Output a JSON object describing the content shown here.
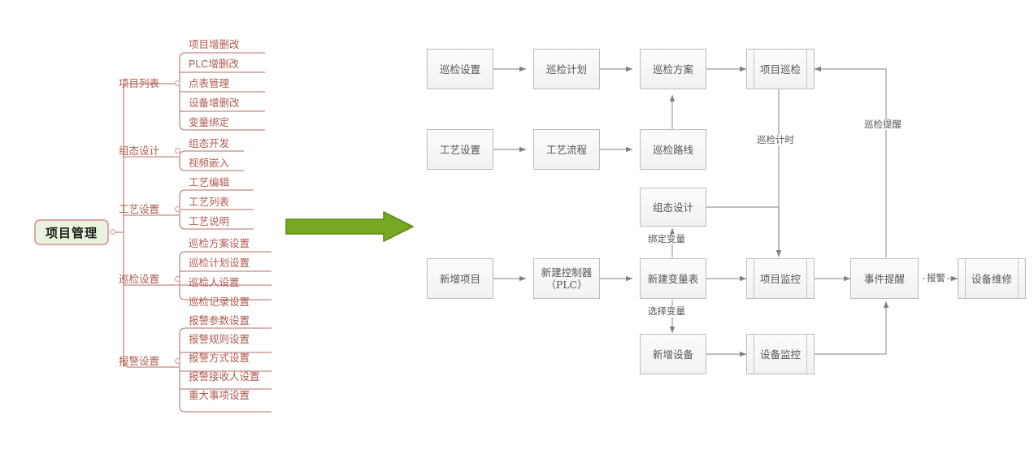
{
  "colors": {
    "mindmap_text": "#b05a4e",
    "mindmap_line": "#c08a84",
    "root_fill": "#e9f3de",
    "root_border": "#d9a7a7",
    "arrow_green": "#76a821",
    "arrow_green_dark": "#5f8a18",
    "box_border": "#b9bcc0",
    "box_fill": "#f4f4f4",
    "flow_text": "#55565a",
    "flow_line": "#9a9a9a"
  },
  "mindmap": {
    "root": {
      "label": "项目管理"
    },
    "branches": [
      {
        "label": "项目列表",
        "leaves": [
          {
            "label": "项目增删改"
          },
          {
            "label": "PLC增删改"
          },
          {
            "label": "点表管理"
          },
          {
            "label": "设备增删改"
          },
          {
            "label": "变量绑定"
          }
        ]
      },
      {
        "label": "组态设计",
        "leaves": [
          {
            "label": "组态开发"
          },
          {
            "label": "视频嵌入"
          }
        ]
      },
      {
        "label": "工艺设置",
        "leaves": [
          {
            "label": "工艺编辑"
          },
          {
            "label": "工艺列表"
          },
          {
            "label": "工艺说明"
          }
        ]
      },
      {
        "label": "巡检设置",
        "leaves": [
          {
            "label": "巡检方案设置"
          },
          {
            "label": "巡检计划设置"
          },
          {
            "label": "巡检人设置"
          },
          {
            "label": "巡检记录设置"
          }
        ]
      },
      {
        "label": "报警设置",
        "leaves": [
          {
            "label": "报警参数设置"
          },
          {
            "label": "报警规则设置"
          },
          {
            "label": "报警方式设置"
          },
          {
            "label": "报警接收人设置"
          },
          {
            "label": "重大事项设置"
          }
        ]
      }
    ]
  },
  "connector": {
    "name": "green-right-arrow"
  },
  "flowchart": {
    "nodes": [
      {
        "id": "xunjian-shezhi",
        "label": "巡检设置",
        "shape": "process"
      },
      {
        "id": "xunjian-jihua",
        "label": "巡检计划",
        "shape": "process"
      },
      {
        "id": "xunjian-fangan",
        "label": "巡检方案",
        "shape": "process"
      },
      {
        "id": "xiangmu-xunjian",
        "label": "项目巡检",
        "shape": "predefined-process"
      },
      {
        "id": "gongyi-shezhi",
        "label": "工艺设置",
        "shape": "process"
      },
      {
        "id": "gongyi-liucheng",
        "label": "工艺流程",
        "shape": "process"
      },
      {
        "id": "xunjian-luxian",
        "label": "巡检路线",
        "shape": "process"
      },
      {
        "id": "zutai-sheji",
        "label": "组态设计",
        "shape": "process"
      },
      {
        "id": "xinzeng-xiangmu",
        "label": "新增项目",
        "shape": "process"
      },
      {
        "id": "xinjian-kongzhiqi",
        "label": "新建控制器\n（PLC）",
        "shape": "process"
      },
      {
        "id": "xinjian-bianliangbiao",
        "label": "新建变量表",
        "shape": "process"
      },
      {
        "id": "xiangmu-jiankong",
        "label": "项目监控",
        "shape": "predefined-process"
      },
      {
        "id": "shijian-tixing",
        "label": "事件提醒",
        "shape": "process"
      },
      {
        "id": "shebei-weixiu",
        "label": "设备维修",
        "shape": "predefined-process"
      },
      {
        "id": "xinzeng-shebei",
        "label": "新增设备",
        "shape": "process"
      },
      {
        "id": "shebei-jiankong",
        "label": "设备监控",
        "shape": "predefined-process"
      }
    ],
    "edge_labels": [
      {
        "id": "xunjian-jishi",
        "label": "巡检计时"
      },
      {
        "id": "xunjian-tixing",
        "label": "巡检提醒"
      },
      {
        "id": "bangding-bianliang",
        "label": "绑定变量"
      },
      {
        "id": "xuanze-bianliang",
        "label": "选择变量"
      },
      {
        "id": "baojing",
        "label": "报警"
      }
    ]
  }
}
